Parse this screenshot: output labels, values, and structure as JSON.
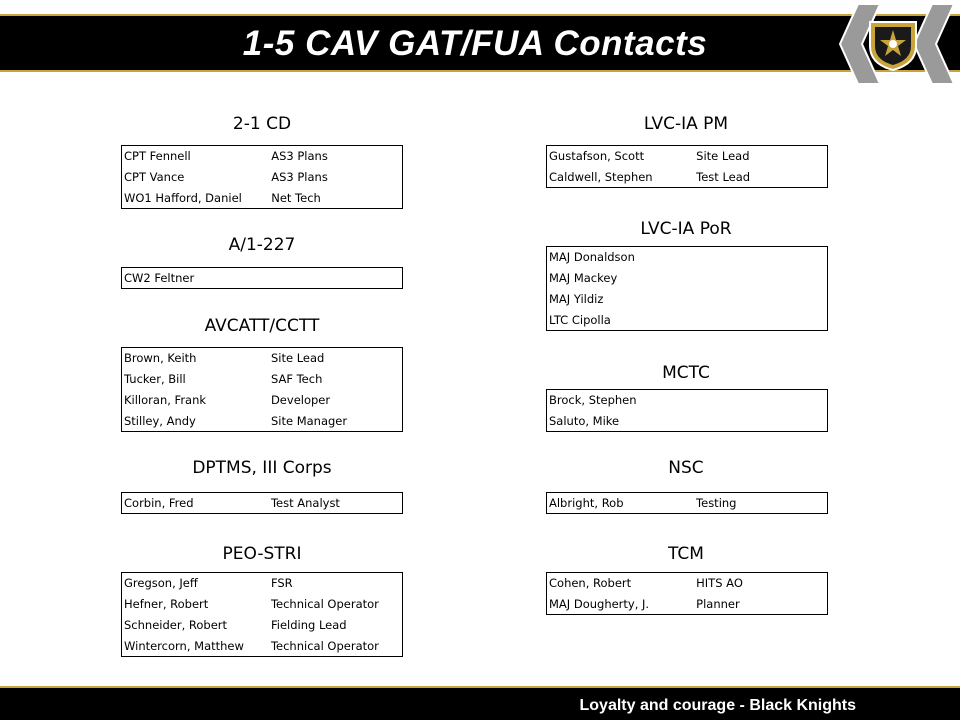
{
  "header": {
    "title": "1-5 CAV GAT/FUA Contacts"
  },
  "colors": {
    "bar": "#000000",
    "accent_gold": "#c8a43a",
    "chevron_gray": "#9a9a9a"
  },
  "icons": {
    "crest": "unit-crest-icon",
    "chevrons": "chevron-left-icon"
  },
  "groups": [
    {
      "name": "2-1 CD",
      "rows": [
        [
          "CPT Fennell",
          "AS3 Plans"
        ],
        [
          "CPT Vance",
          "AS3 Plans"
        ],
        [
          "WO1 Hafford, Daniel",
          "Net Tech"
        ]
      ]
    },
    {
      "name": "A/1-227",
      "rows": [
        [
          "CW2 Feltner",
          ""
        ]
      ]
    },
    {
      "name": "AVCATT/CCTT",
      "rows": [
        [
          "Brown, Keith",
          "Site Lead"
        ],
        [
          "Tucker, Bill",
          "SAF Tech"
        ],
        [
          "Killoran, Frank",
          "Developer"
        ],
        [
          "Stilley, Andy",
          "Site Manager"
        ]
      ]
    },
    {
      "name": "DPTMS, III Corps",
      "rows": [
        [
          "Corbin, Fred",
          "Test Analyst"
        ]
      ]
    },
    {
      "name": "PEO-STRI",
      "rows": [
        [
          "Gregson, Jeff",
          "FSR"
        ],
        [
          "Hefner, Robert",
          "Technical Operator"
        ],
        [
          "Schneider, Robert",
          "Fielding Lead"
        ],
        [
          "Wintercorn, Matthew",
          "Technical Operator"
        ]
      ]
    },
    {
      "name": "LVC-IA PM",
      "rows": [
        [
          "Gustafson, Scott",
          "Site Lead"
        ],
        [
          "Caldwell, Stephen",
          "Test Lead"
        ]
      ]
    },
    {
      "name": "LVC-IA PoR",
      "rows": [
        [
          "MAJ Donaldson",
          ""
        ],
        [
          "MAJ Mackey",
          ""
        ],
        [
          "MAJ Yildiz",
          ""
        ],
        [
          "LTC Cipolla",
          ""
        ]
      ]
    },
    {
      "name": "MCTC",
      "rows": [
        [
          "Brock, Stephen",
          ""
        ],
        [
          "Saluto, Mike",
          ""
        ]
      ]
    },
    {
      "name": "NSC",
      "rows": [
        [
          "Albright, Rob",
          "Testing"
        ]
      ]
    },
    {
      "name": "TCM",
      "rows": [
        [
          "Cohen, Robert",
          "HITS AO"
        ],
        [
          "MAJ Dougherty, J.",
          "Planner"
        ]
      ]
    }
  ],
  "footer": {
    "motto": "Loyalty and courage - Black Knights"
  }
}
